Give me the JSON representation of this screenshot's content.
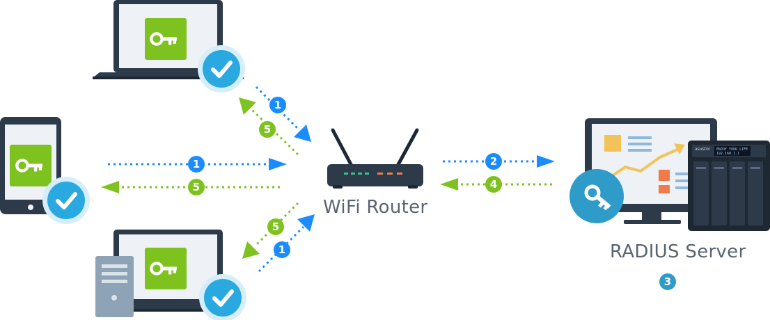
{
  "labels": {
    "router": "WiFi Router",
    "server": "RADIUS Server",
    "server_step": "3"
  },
  "nas": {
    "brand": "asustor",
    "screen_lines": [
      "ENJOY YOUR LIFE",
      "192.168.1.1"
    ]
  },
  "flows": [
    {
      "id": "laptop-request",
      "step": "1",
      "color": "#1a8cff"
    },
    {
      "id": "laptop-accept",
      "step": "5",
      "color": "#7dc21f"
    },
    {
      "id": "tablet-request",
      "step": "1",
      "color": "#1a8cff"
    },
    {
      "id": "tablet-accept",
      "step": "5",
      "color": "#7dc21f"
    },
    {
      "id": "desktop-accept",
      "step": "5",
      "color": "#7dc21f"
    },
    {
      "id": "desktop-request",
      "step": "1",
      "color": "#1a8cff"
    },
    {
      "id": "router-to-server",
      "step": "2",
      "color": "#1a8cff"
    },
    {
      "id": "server-to-router",
      "step": "4",
      "color": "#7dc21f"
    }
  ],
  "colors": {
    "request": "#1a8cff",
    "response": "#7dc21f",
    "device": "#2d3a4a",
    "screen": "#eef1f5",
    "key_tile": "#7dc21f",
    "check": "#29a9e0",
    "server_badge": "#2f9bc9"
  },
  "icons": [
    "key-icon",
    "check-icon",
    "router-icon",
    "laptop-icon",
    "tablet-icon",
    "desktop-icon",
    "server-icon",
    "nas-icon"
  ]
}
